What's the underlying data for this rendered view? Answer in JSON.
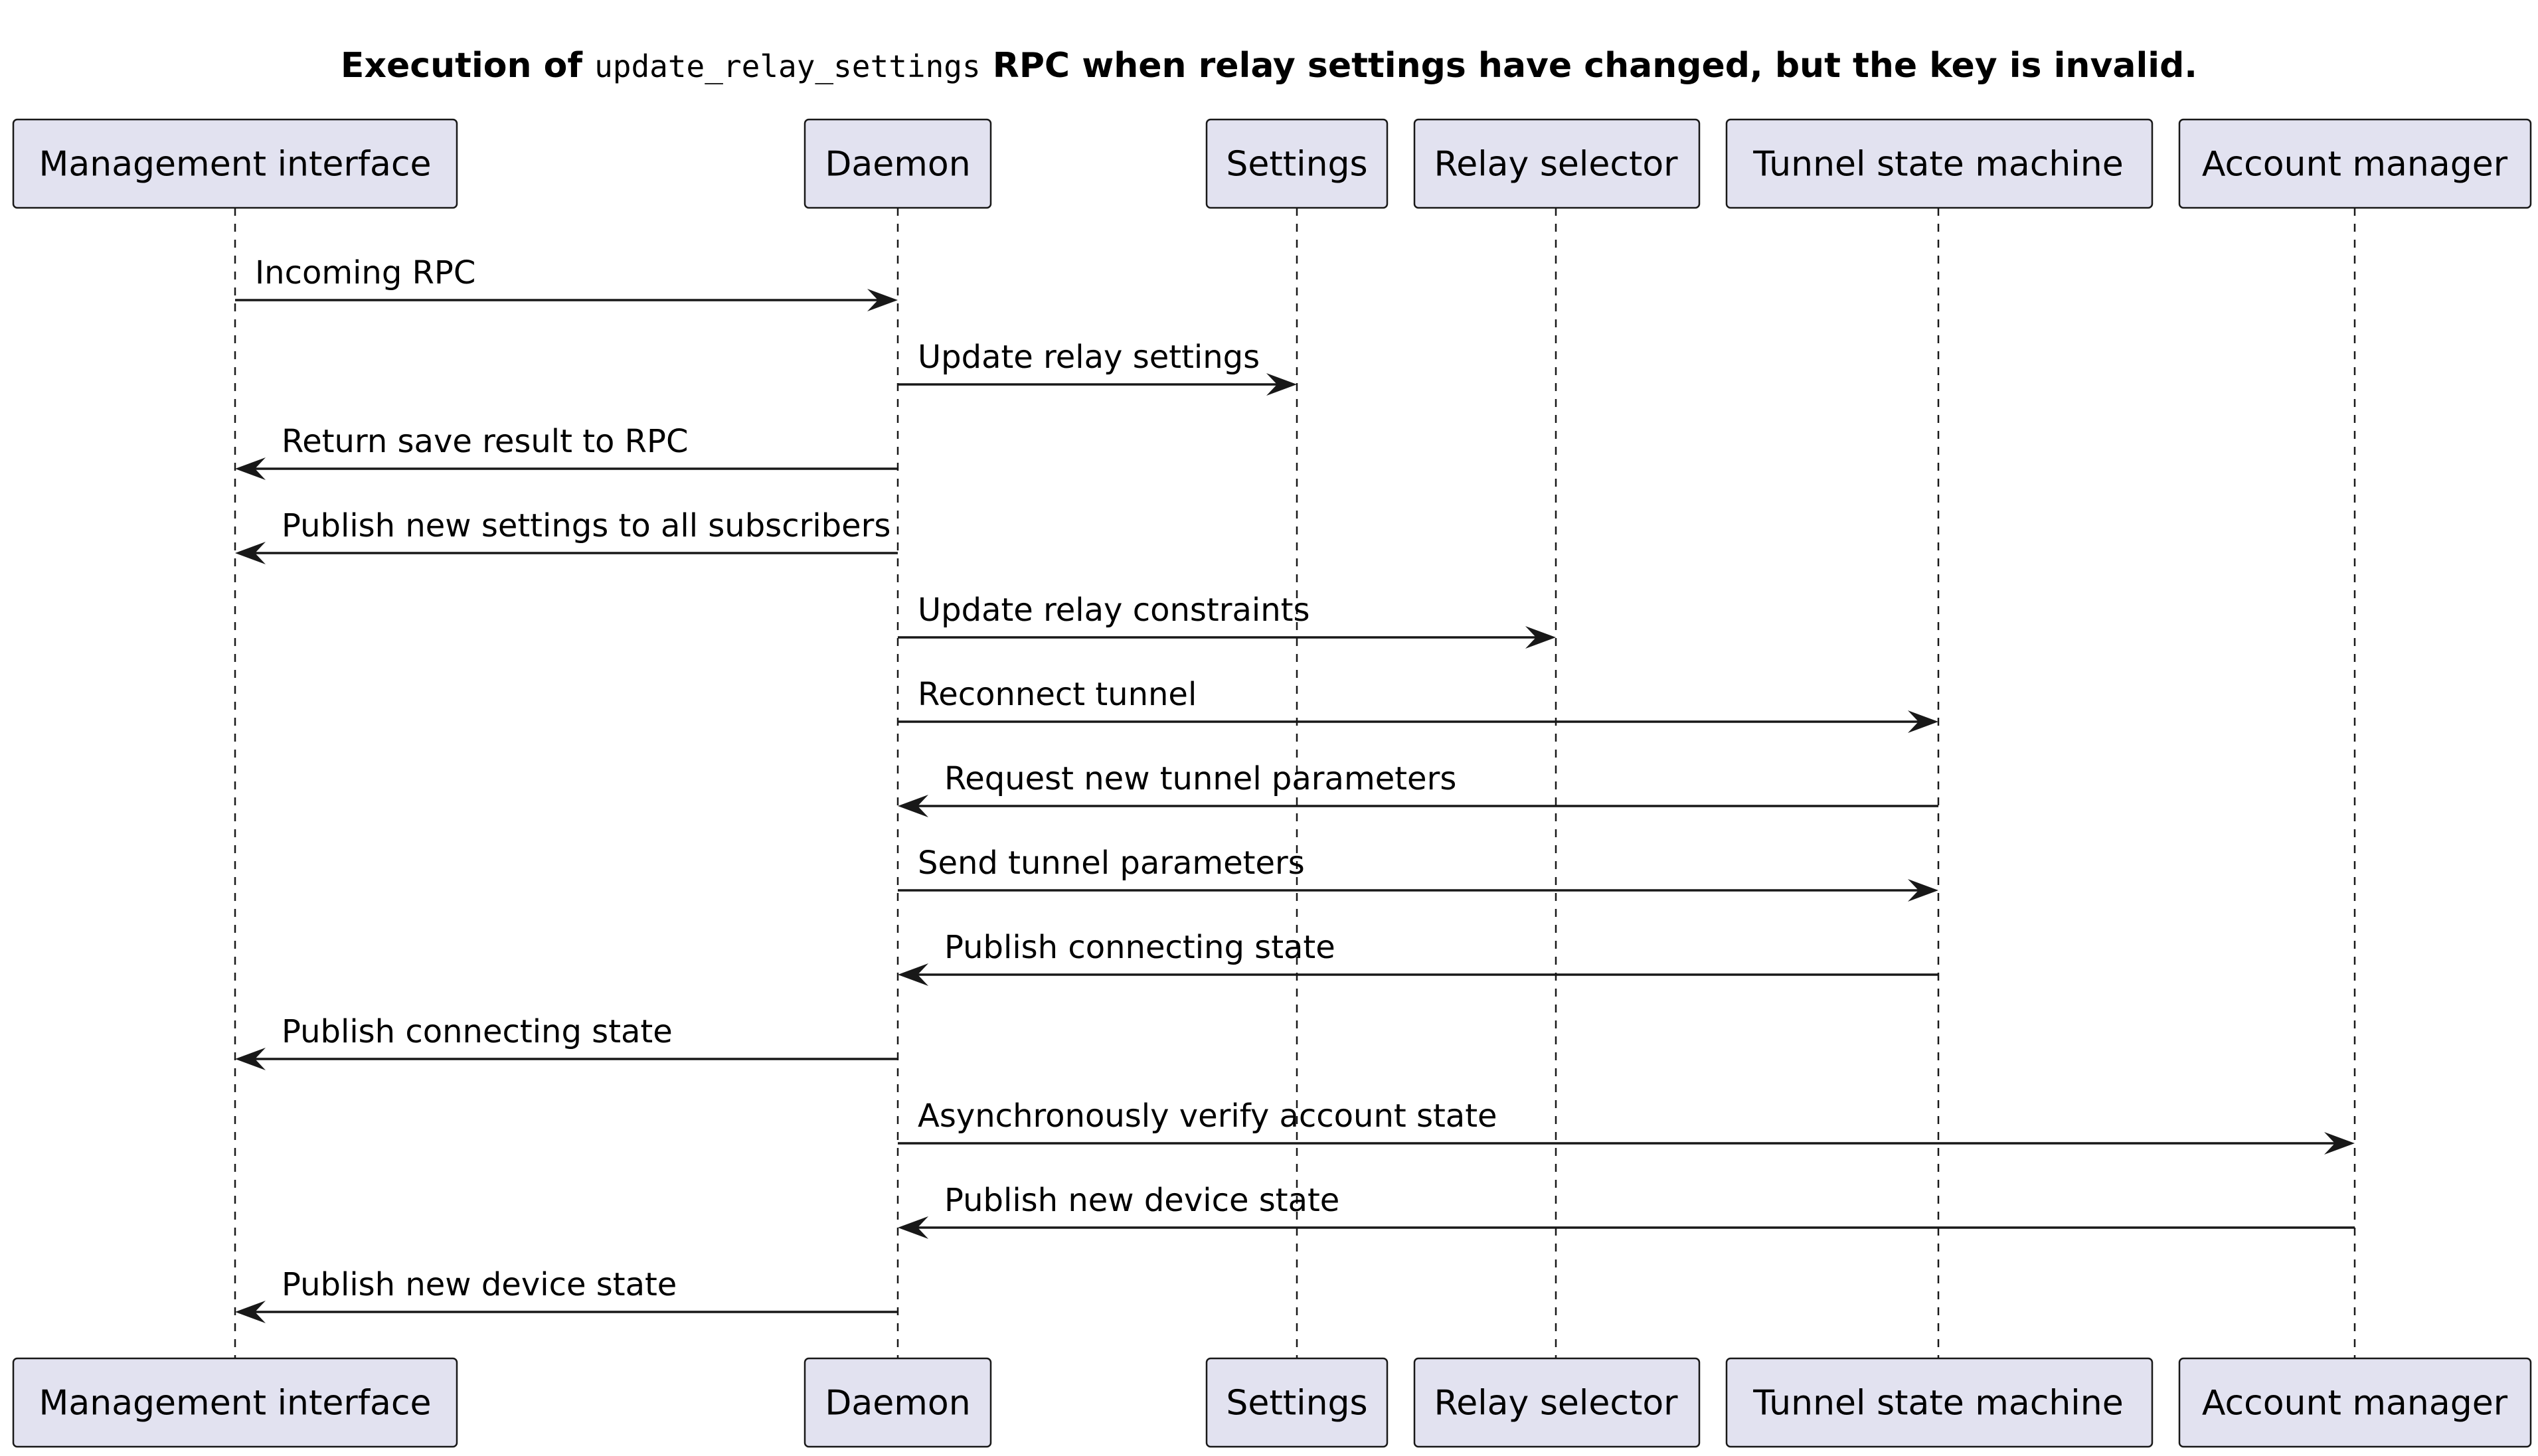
{
  "title": {
    "prefix": "Execution of ",
    "code": "update_relay_settings",
    "suffix": " RPC when relay settings have changed, but the key is invalid."
  },
  "participants": [
    {
      "id": "mgmt",
      "label": "Management interface"
    },
    {
      "id": "daemon",
      "label": "Daemon"
    },
    {
      "id": "settings",
      "label": "Settings"
    },
    {
      "id": "relay",
      "label": "Relay selector"
    },
    {
      "id": "tunnel",
      "label": "Tunnel state machine"
    },
    {
      "id": "account",
      "label": "Account manager"
    }
  ],
  "messages": [
    {
      "from": "mgmt",
      "to": "daemon",
      "label": "Incoming RPC"
    },
    {
      "from": "daemon",
      "to": "settings",
      "label": "Update relay settings"
    },
    {
      "from": "daemon",
      "to": "mgmt",
      "label": "Return save result to RPC"
    },
    {
      "from": "daemon",
      "to": "mgmt",
      "label": "Publish new settings to all subscribers"
    },
    {
      "from": "daemon",
      "to": "relay",
      "label": "Update relay constraints"
    },
    {
      "from": "daemon",
      "to": "tunnel",
      "label": "Reconnect tunnel"
    },
    {
      "from": "tunnel",
      "to": "daemon",
      "label": "Request new tunnel parameters"
    },
    {
      "from": "daemon",
      "to": "tunnel",
      "label": "Send tunnel parameters"
    },
    {
      "from": "tunnel",
      "to": "daemon",
      "label": "Publish connecting state"
    },
    {
      "from": "daemon",
      "to": "mgmt",
      "label": "Publish connecting state"
    },
    {
      "from": "daemon",
      "to": "account",
      "label": "Asynchronously verify account state"
    },
    {
      "from": "account",
      "to": "daemon",
      "label": "Publish new device state"
    },
    {
      "from": "daemon",
      "to": "mgmt",
      "label": "Publish new device state"
    }
  ]
}
